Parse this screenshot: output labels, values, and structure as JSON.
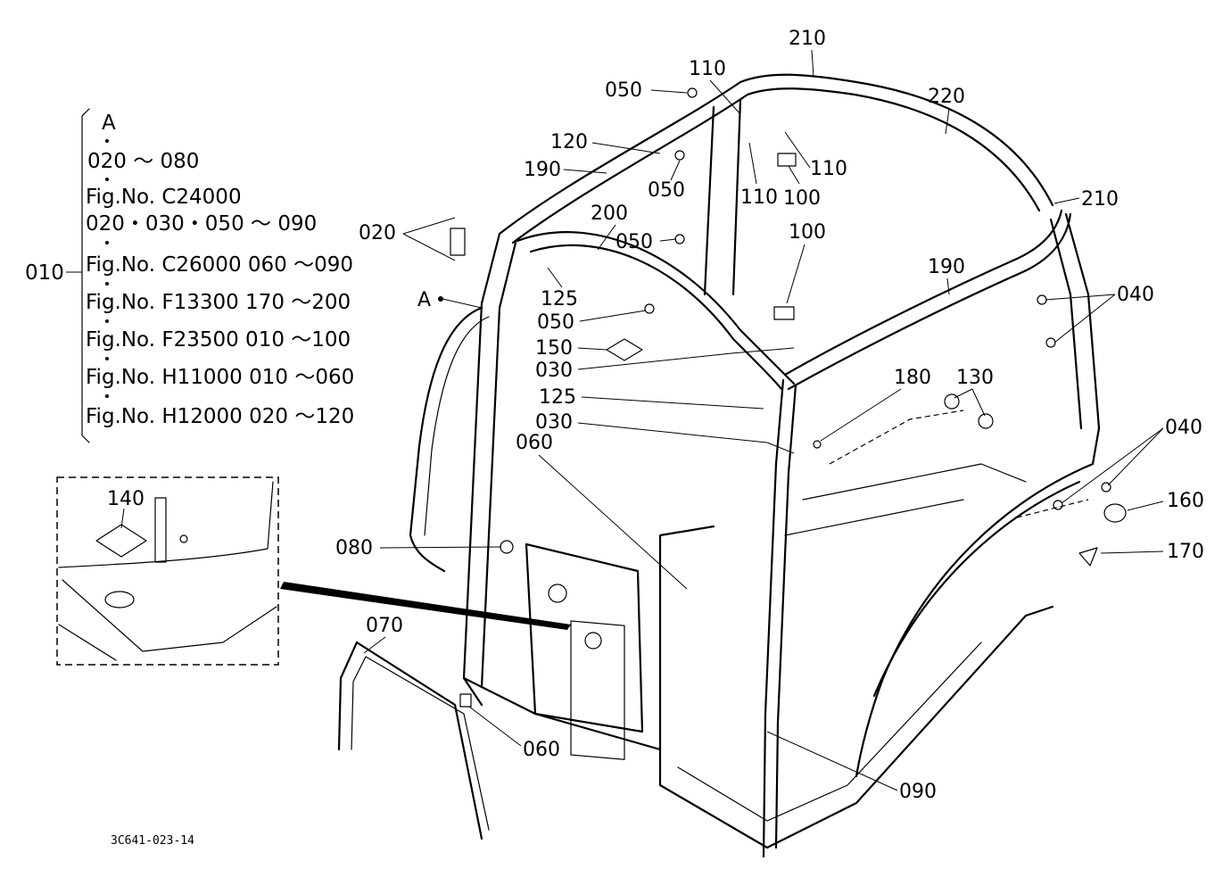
{
  "reference_group": {
    "group_label": "010",
    "lines": [
      "A",
      "020 ～ 080",
      "Fig.No. C24000",
      "020・030・050 ～ 090",
      "Fig.No. C26000 060 ～090",
      "Fig.No. F13300  170 ～200",
      "Fig.No. F23500  010 ～100",
      "Fig.No. H11000  010 ～060",
      "Fig.No. H12000 020 ～120"
    ]
  },
  "view_marker": "A",
  "callouts": {
    "c210a": "210",
    "c220": "220",
    "c110a": "110",
    "c050a": "050",
    "c120": "120",
    "c190a": "190",
    "c050b": "050",
    "c110b": "110",
    "c110c": "110",
    "c100a": "100",
    "c210b": "210",
    "c020": "020",
    "c200": "200",
    "c050c": "050",
    "c100b": "100",
    "c190b": "190",
    "c125a": "125",
    "c050d": "050",
    "c040a": "040",
    "c150": "150",
    "c030a": "030",
    "c180": "180",
    "c130": "130",
    "c125b": "125",
    "c030b": "030",
    "c060a": "060",
    "c040b": "040",
    "c140": "140",
    "c160": "160",
    "c080": "080",
    "c170": "170",
    "c070": "070",
    "c060b": "060",
    "c090": "090"
  },
  "drawing_code": "3C641-023-14"
}
